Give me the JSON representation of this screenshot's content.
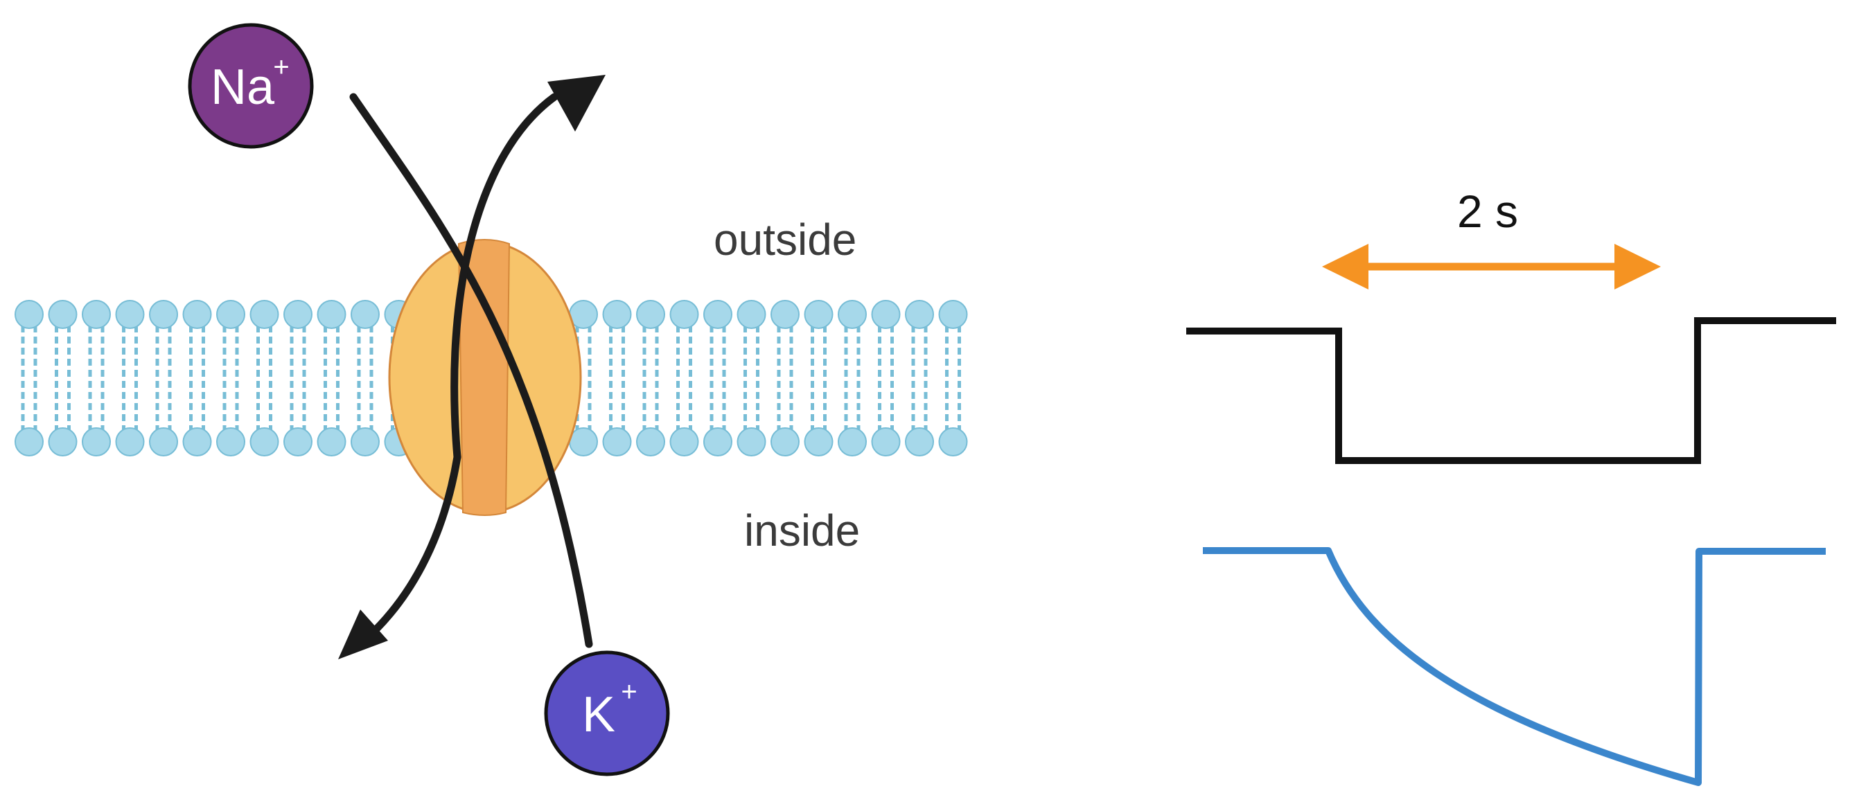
{
  "labels": {
    "outside": "outside",
    "inside": "inside",
    "duration": "2 s"
  },
  "ions": {
    "sodium": {
      "symbol": "Na",
      "charge": "+",
      "color": "#7c3a8a"
    },
    "potassium": {
      "symbol": "K",
      "charge": "+",
      "color": "#5a4fc4"
    }
  },
  "colors": {
    "membrane": "#a6d8ea",
    "membrane_stroke": "#77bdd6",
    "channel": "#f7c46a",
    "channel_core": "#f0a659",
    "arrows": "#1b1b1b",
    "duration_arrow": "#f59322",
    "voltage_trace": "#111111",
    "current_trace": "#3b86cc"
  }
}
